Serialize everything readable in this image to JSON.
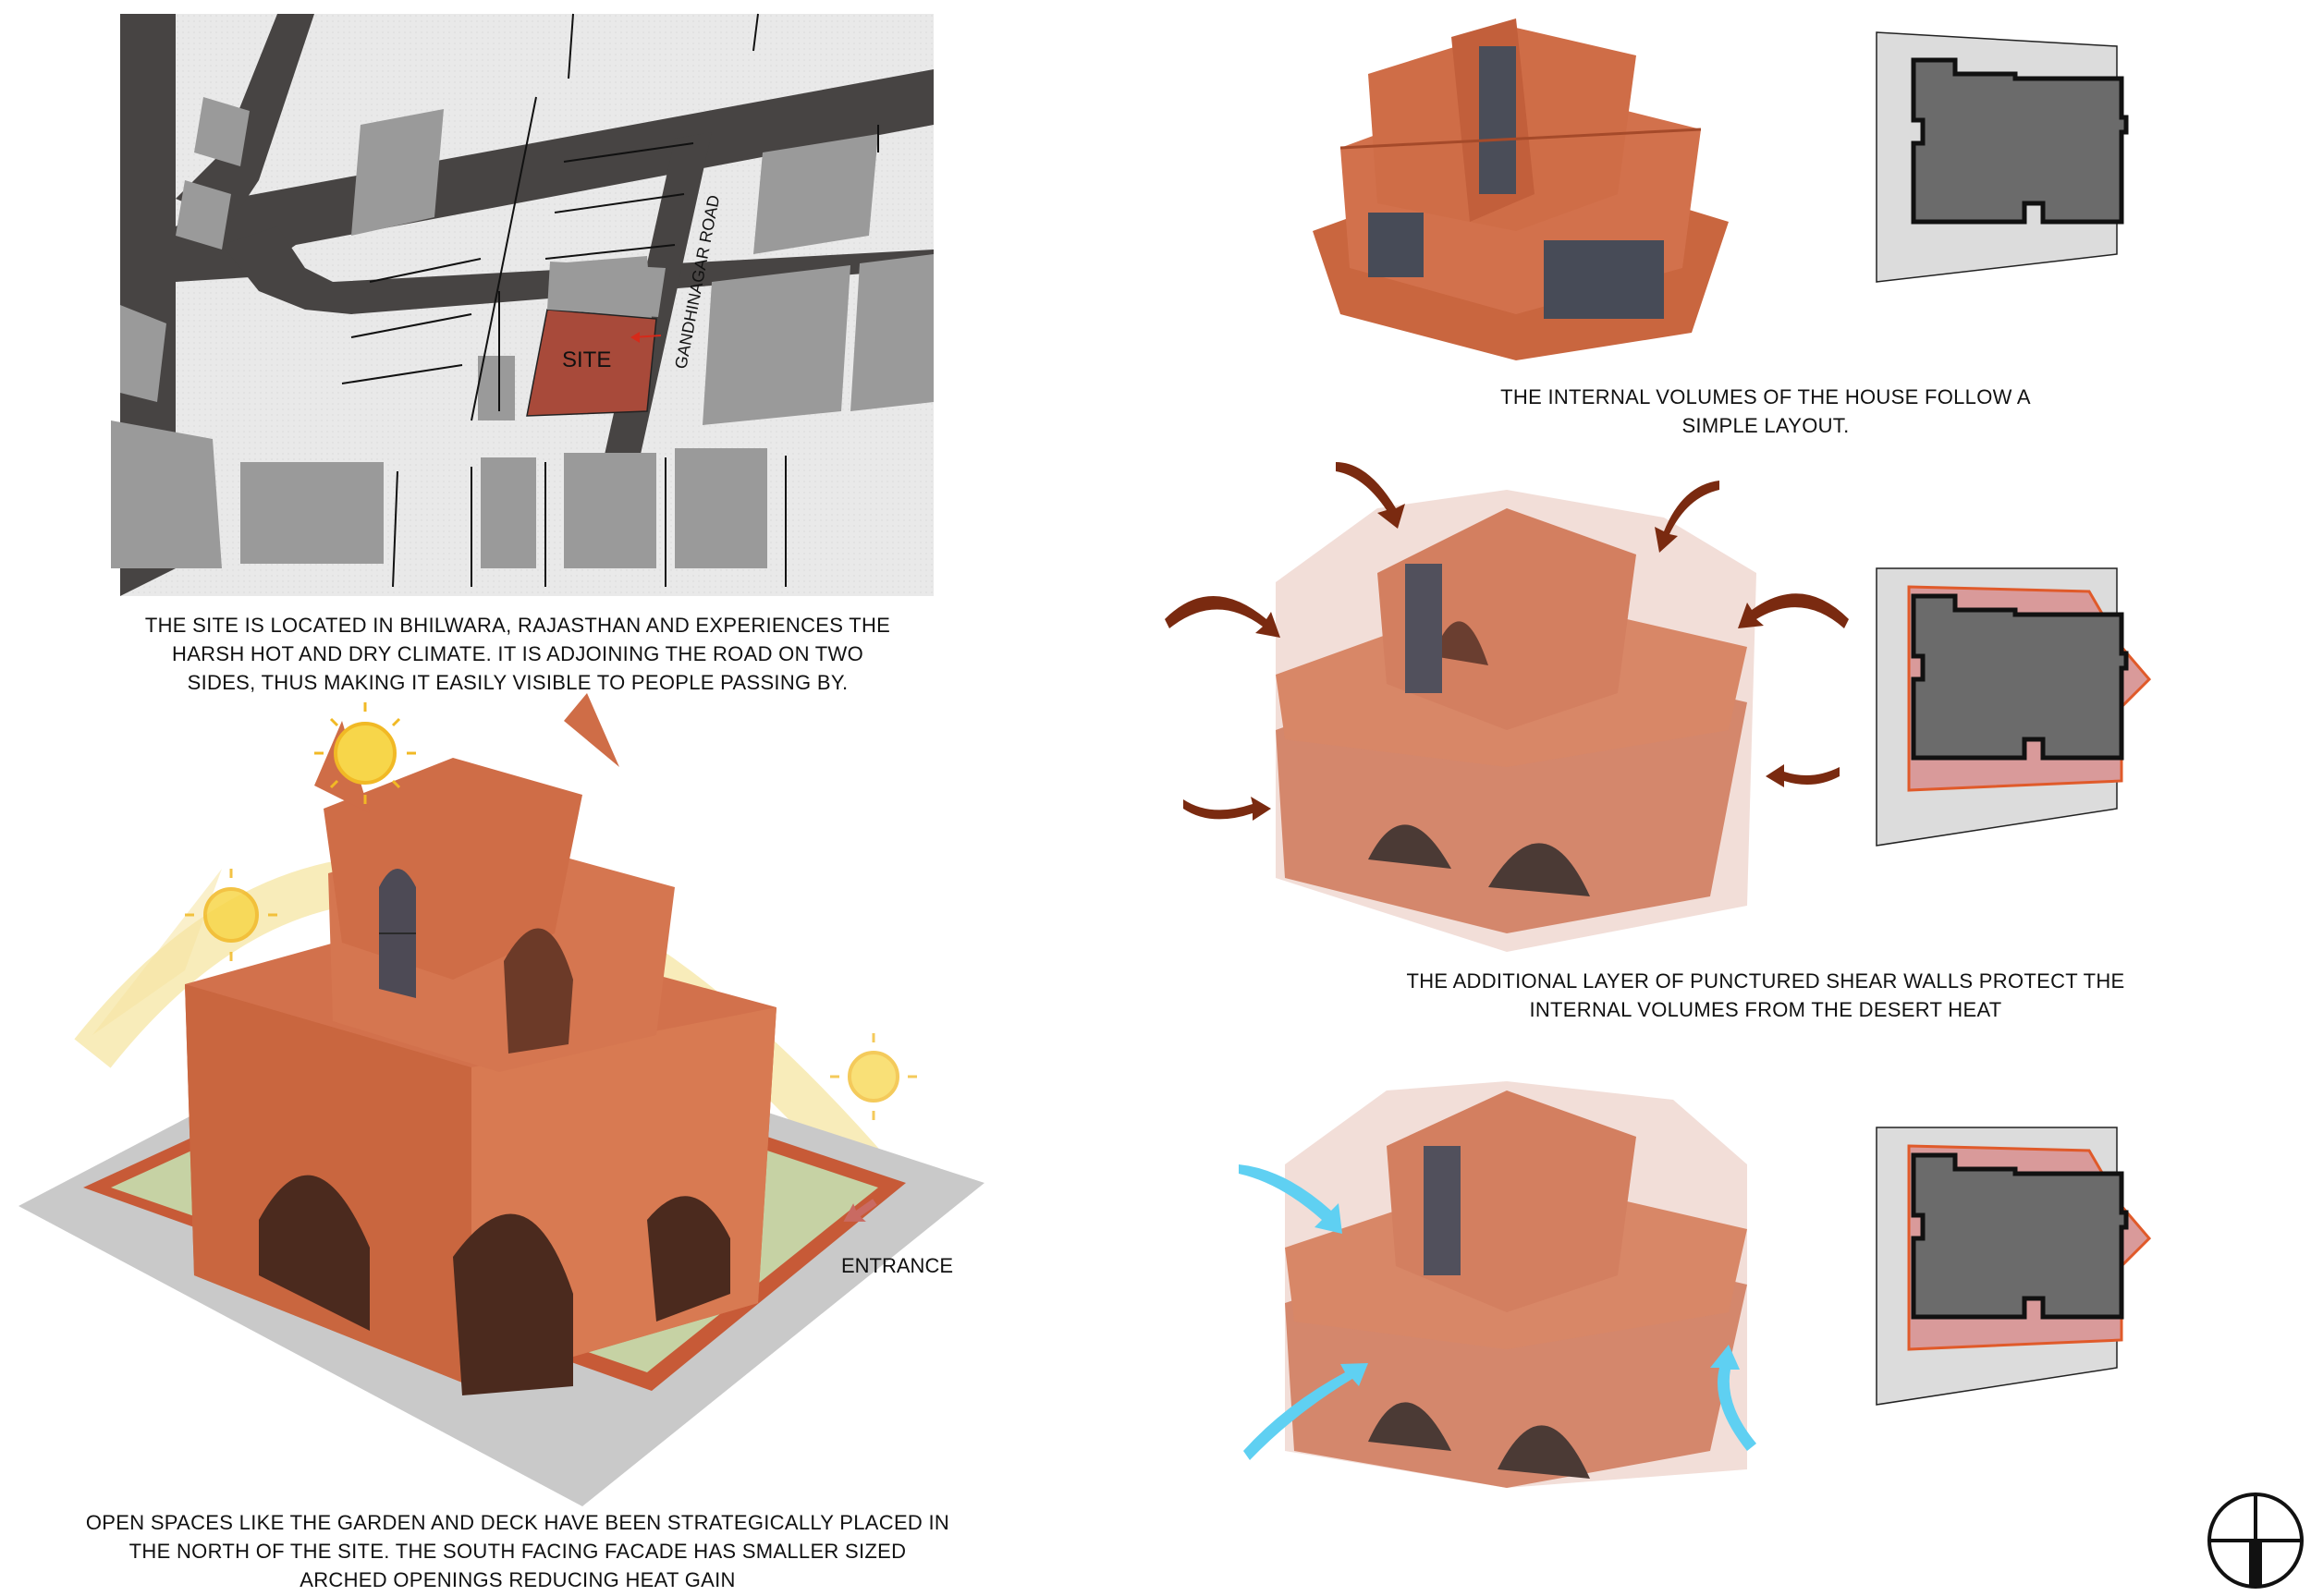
{
  "site_map": {
    "site_label": "SITE",
    "road_label": "GANDHINAGAR ROAD",
    "site_color": "#a84a3a",
    "road_color": "#474443",
    "building_color": "#9a9a9a"
  },
  "captions": {
    "site": [
      "THE SITE IS LOCATED IN BHILWARA, RAJASTHAN AND EXPERIENCES THE",
      "HARSH HOT AND DRY CLIMATE. IT IS ADJOINING THE ROAD ON TWO",
      "SIDES, THUS MAKING IT EASILY VISIBLE TO PEOPLE PASSING BY."
    ],
    "garden": [
      "OPEN SPACES LIKE THE GARDEN AND DECK HAVE BEEN STRATEGICALLY PLACED IN",
      "THE NORTH OF THE SITE. THE SOUTH FACING FACADE HAS SMALLER SIZED",
      "ARCHED OPENINGS REDUCING HEAT GAIN"
    ],
    "volumes": [
      "THE INTERNAL VOLUMES OF THE HOUSE FOLLOW A",
      "SIMPLE LAYOUT."
    ],
    "shear": [
      "THE ADDITIONAL LAYER OF PUNCTURED SHEAR WALLS PROTECT THE",
      "INTERNAL VOLUMES FROM THE DESERT HEAT"
    ]
  },
  "entrance_label": "ENTRANCE",
  "colors": {
    "terracotta": "#d2714c",
    "terracotta_dark": "#a9492c",
    "sun_yellow": "#f7d64a",
    "wind_arrow": "#7a2a10",
    "air_arrow": "#5fd0f2",
    "plan_gray": "#6b6b6b"
  }
}
